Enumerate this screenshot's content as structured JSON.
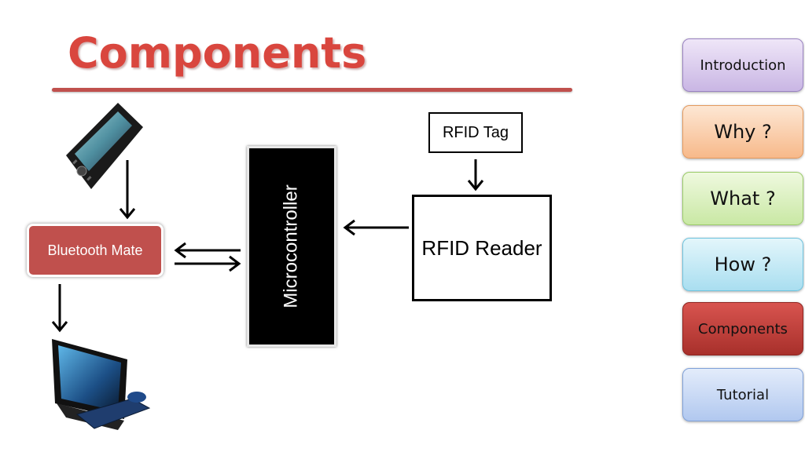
{
  "slide": {
    "title": "Components"
  },
  "diagram": {
    "bluetooth_label": "Bluetooth Mate",
    "microcontroller_label": "Microcontroller",
    "rfid_tag_label": "RFID Tag",
    "rfid_reader_label": "RFID Reader",
    "phone_icon": "mobile-phone-icon",
    "computer_icon": "desktop-computer-icon"
  },
  "nav": {
    "items": [
      {
        "label": "Introduction"
      },
      {
        "label": "Why ?"
      },
      {
        "label": "What ?"
      },
      {
        "label": "How ?"
      },
      {
        "label": "Components"
      },
      {
        "label": "Tutorial"
      }
    ]
  },
  "colors": {
    "title": "#d9463e",
    "accent": "#c0504d",
    "active_nav": "#c0504d"
  }
}
